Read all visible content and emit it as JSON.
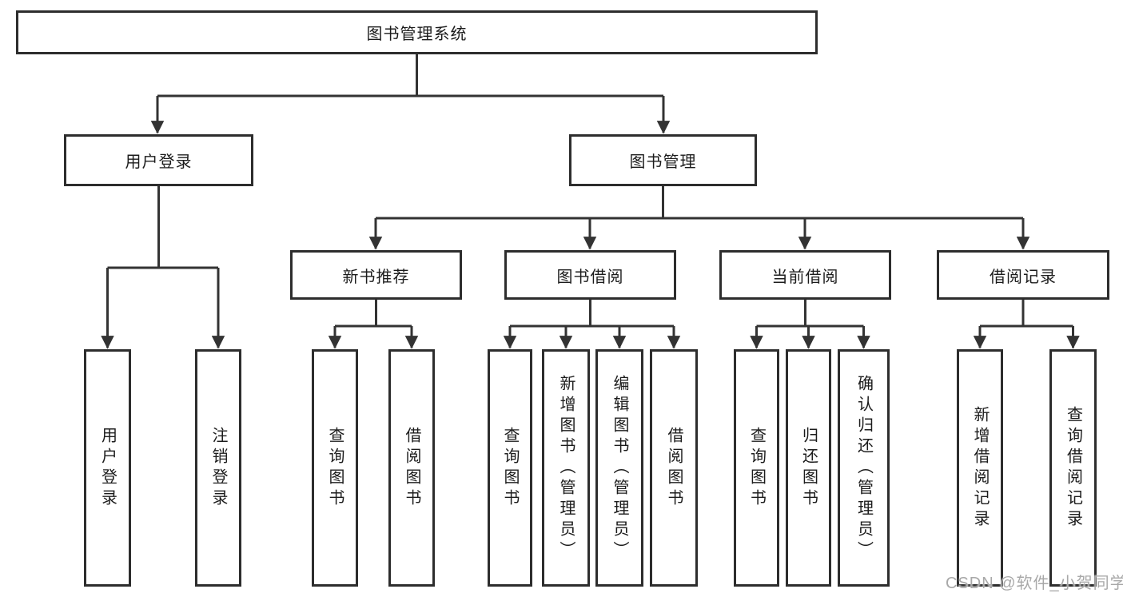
{
  "colors": {
    "line": "#333333",
    "box_border": "#2d2d2d",
    "text": "#1c1c1c",
    "watermark": "#a8a8a8"
  },
  "watermark": {
    "text": "CSDN @软件_小贺同学"
  },
  "tree": {
    "label": "图书管理系统",
    "children": [
      {
        "label": "用户登录",
        "children": [
          {
            "label": "用户登录"
          },
          {
            "label": "注销登录"
          }
        ]
      },
      {
        "label": "图书管理",
        "children": [
          {
            "label": "新书推荐",
            "children": [
              {
                "label": "查询图书"
              },
              {
                "label": "借阅图书"
              }
            ]
          },
          {
            "label": "图书借阅",
            "children": [
              {
                "label": "查询图书"
              },
              {
                "label": "新增图书（管理员）"
              },
              {
                "label": "编辑图书（管理员）"
              },
              {
                "label": "借阅图书"
              }
            ]
          },
          {
            "label": "当前借阅",
            "children": [
              {
                "label": "查询图书"
              },
              {
                "label": "归还图书"
              },
              {
                "label": "确认归还（管理员）"
              }
            ]
          },
          {
            "label": "借阅记录",
            "children": [
              {
                "label": "新增借阅记录"
              },
              {
                "label": "查询借阅记录"
              }
            ]
          }
        ]
      }
    ]
  }
}
